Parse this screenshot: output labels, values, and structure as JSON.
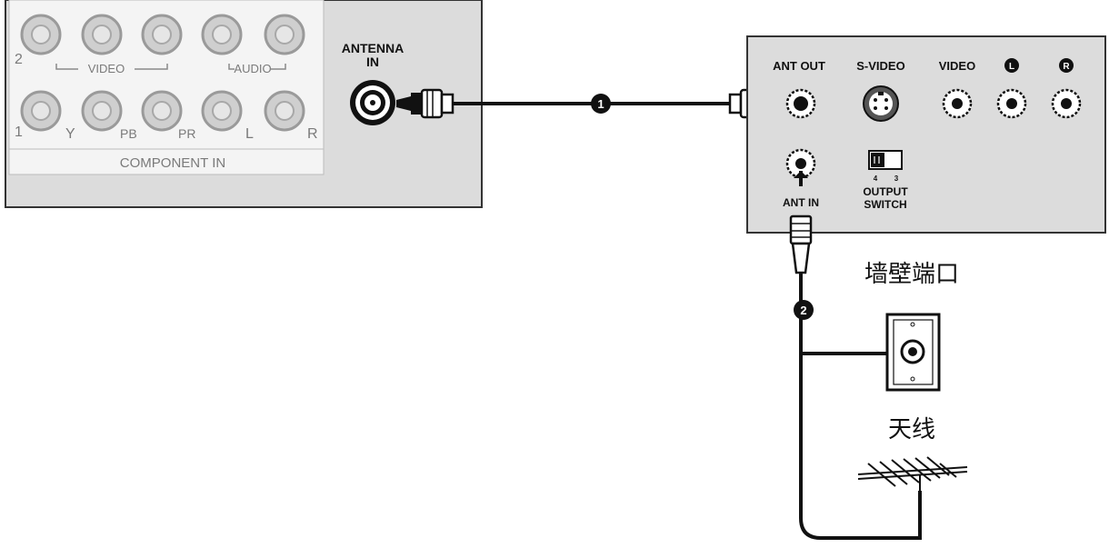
{
  "tv_panel": {
    "row_top_left_number": "2",
    "row_bottom_left_number": "1",
    "video_group_label": "VIDEO",
    "audio_group_label": "AUDIO",
    "jack_labels": [
      "Y",
      "PB",
      "PR",
      "L",
      "R"
    ],
    "component_label": "COMPONENT IN",
    "antenna_in_label_line1": "ANTENNA",
    "antenna_in_label_line2": "IN"
  },
  "vcr_panel": {
    "ant_out_label": "ANT OUT",
    "svideo_label": "S-VIDEO",
    "video_label": "VIDEO",
    "audio_left_label": "L",
    "audio_right_label": "R",
    "ant_in_label": "ANT IN",
    "switch_label_line1": "OUTPUT",
    "switch_label_line2": "SWITCH",
    "switch_pos_left": "4",
    "switch_pos_right": "3"
  },
  "callouts": {
    "cable_1": "1",
    "cable_2": "2"
  },
  "sources": {
    "wall_jack_label": "墙壁端口",
    "antenna_label": "天线"
  }
}
